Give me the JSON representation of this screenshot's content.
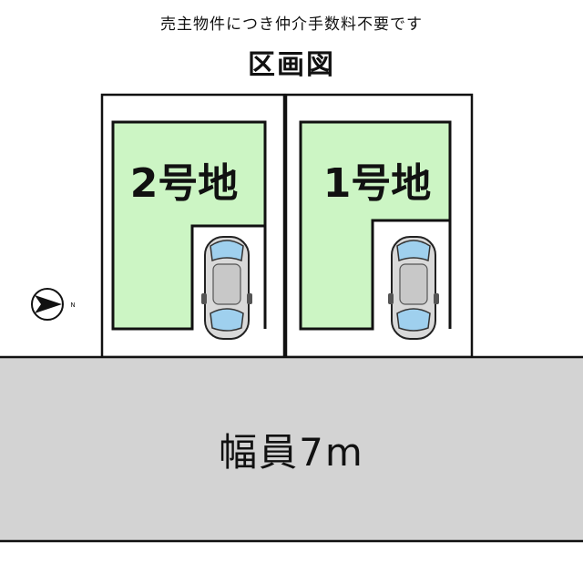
{
  "header": {
    "subtitle": "売主物件につき仲介手数料不要です",
    "title": "区画図"
  },
  "lots": [
    {
      "label": "2号地"
    },
    {
      "label": "1号地"
    }
  ],
  "road": {
    "label": "幅員7m"
  },
  "compass": {
    "letter": "N",
    "icon": "north-arrow-icon"
  },
  "colors": {
    "lot_fill": "#ccf5c4",
    "road_fill": "#d3d3d3",
    "outline": "#111111"
  }
}
